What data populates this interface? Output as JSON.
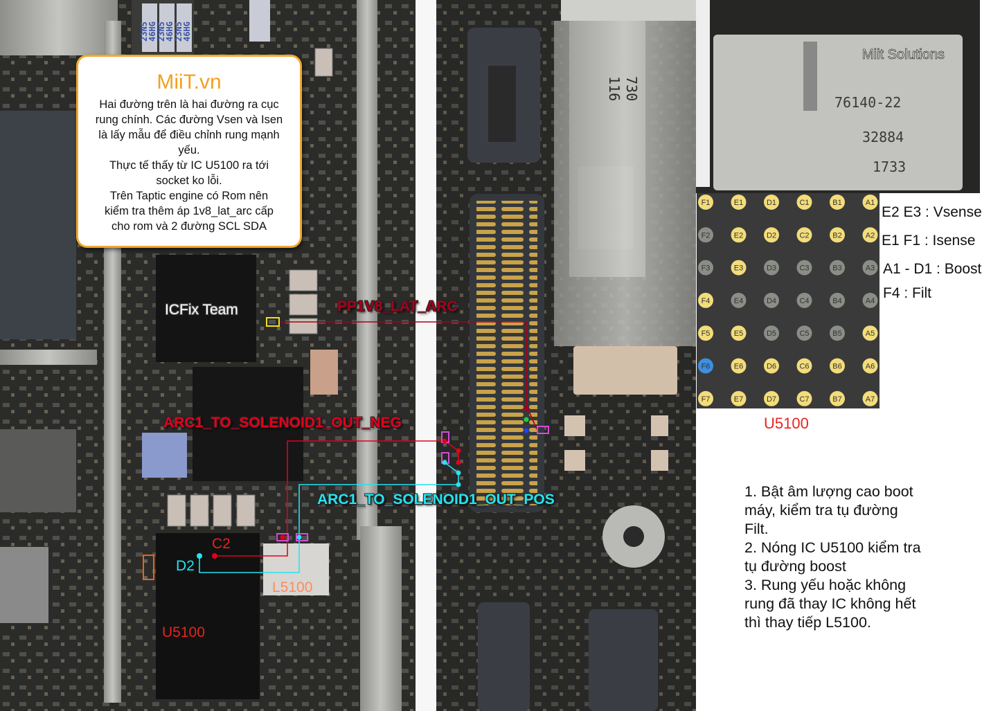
{
  "callout": {
    "brand": "MiiT.vn",
    "lines": [
      "Hai đường trên là hai đường ra cục",
      "rung chính. Các đường Vsen và Isen",
      "là lấy mẫu để điều chỉnh rung mạnh",
      "yếu.",
      "Thực tế thấy từ IC U5100 ra tới",
      "socket ko lỗi.",
      "Trên Taptic engine có Rom nên",
      "kiểm tra thêm áp 1v8_lat_arc cấp",
      "cho rom và 2 đường SCL SDA"
    ]
  },
  "watermarks": {
    "icfix": "ICFix Team",
    "miit_solutions": "Miit Solutions"
  },
  "nets": {
    "pp1v8": "PP1V8_LAT_ARC",
    "neg": "ARC1_TO_SOLENOID1_OUT_NEG",
    "pos": "ARC1_TO_SOLENOID1_OUT_POS"
  },
  "components": {
    "c2": "C2",
    "d2": "D2",
    "l5100": "L5100",
    "u5100_board": "U5100",
    "u5100_grid": "U5100"
  },
  "chip_markings": {
    "l1": "730",
    "l2": "116",
    "m1": "76140-22",
    "m2": "32884",
    "m3": "1733"
  },
  "cap_markings": [
    "23N5",
    "46HG",
    "23N5",
    "46HG",
    "23N5",
    "46HG"
  ],
  "legend": [
    "E2 E3 : Vsense",
    "E1 F1 : Isense",
    "A1 - D1 : Boost",
    "F4 : Filt"
  ],
  "steps": [
    "1. Bật âm lượng cao boot",
    "máy, kiểm tra tụ đường",
    "Filt.",
    "2. Nóng IC U5100 kiểm tra",
    "tụ đường boost",
    "3. Rung yếu hoặc không",
    "rung đã thay IC không hết",
    "thì thay tiếp L5100."
  ],
  "bga": {
    "rows": [
      [
        "F1",
        "E1",
        "D1",
        "C1",
        "B1",
        "A1"
      ],
      [
        "F2",
        "E2",
        "D2",
        "C2",
        "B2",
        "A2"
      ],
      [
        "F3",
        "E3",
        "D3",
        "C3",
        "B3",
        "A3"
      ],
      [
        "F4",
        "E4",
        "D4",
        "C4",
        "B4",
        "A4"
      ],
      [
        "F5",
        "E5",
        "D5",
        "C5",
        "B5",
        "A5"
      ],
      [
        "F6",
        "E6",
        "D6",
        "C6",
        "B6",
        "A6"
      ],
      [
        "F7",
        "E7",
        "D7",
        "C7",
        "B7",
        "A7"
      ]
    ],
    "highlight": [
      "F1",
      "E1",
      "D1",
      "C1",
      "B1",
      "A1",
      "E2",
      "D2",
      "C2",
      "B2",
      "A2",
      "E3",
      "F4",
      "F5",
      "E5",
      "A5",
      "E6",
      "D6",
      "C6",
      "B6",
      "A6",
      "F7",
      "E7",
      "D7",
      "C7",
      "B7",
      "A7"
    ],
    "marked": [
      "F6"
    ],
    "colors": {
      "highlight": "#f3dc7a",
      "normal": "#8a8e86",
      "marked": "#3d8fe0",
      "bg": "#3a3a3a"
    }
  },
  "colors": {
    "neg": "#e4001c",
    "pos": "#23e4f0",
    "pp1v8": "#a8001a",
    "u5100": "#e8231c",
    "l5100": "#ff8a5a",
    "callout_border": "#f0a830",
    "brand": "#f3a020"
  }
}
